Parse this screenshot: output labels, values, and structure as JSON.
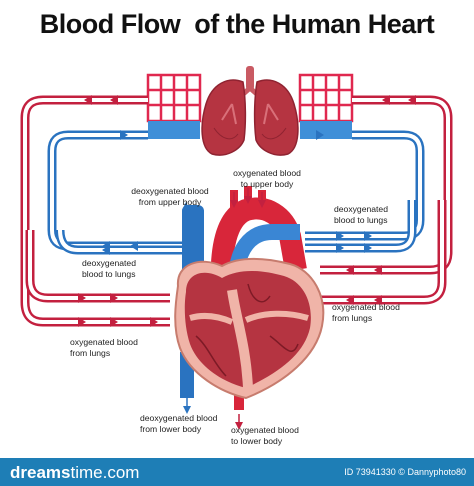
{
  "title": "Blood Flow  of the Human Heart",
  "labels": {
    "oxy_upper": "oxygenated blood\nto upper body",
    "deoxy_upper": "deoxygenated blood\nfrom upper body",
    "deoxy_lungs_right": "deoxygenated\nblood to lungs",
    "deoxy_lungs_left": "deoxygenated\nblood to lungs",
    "oxy_from_lungs_right": "oxygenated blood\nfrom lungs",
    "oxy_from_lungs_left": "oxygenated blood\nfrom lungs",
    "deoxy_lower": "deoxygenated blood\nfrom lower body",
    "oxy_lower": "oxygenated blood\nto lower body"
  },
  "footer": {
    "logo_bold": "dreams",
    "logo_light": "time",
    "logo_suffix": ".com",
    "id_text": "ID 73941330 © Dannyphoto80"
  },
  "colors": {
    "oxygenated": "#e0284f",
    "deoxygenated": "#3f8fd8",
    "lung": "#b53441",
    "footer_bg": "#1e7eb6"
  }
}
